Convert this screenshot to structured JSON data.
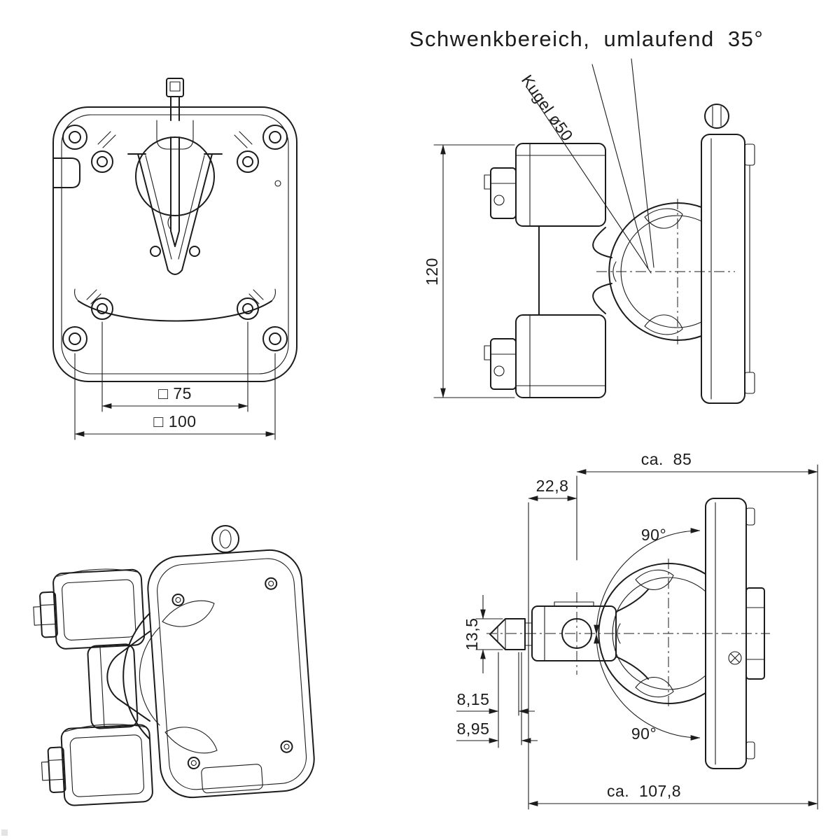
{
  "drawing": {
    "title": "Schwenkbereich, umlaufend 35°",
    "front_view": {
      "dim_vesa_75": "□ 75",
      "dim_vesa_100": "□ 100"
    },
    "side_view": {
      "dim_height": "120",
      "label_ball": "Kugel ø50"
    },
    "detail_view": {
      "dim_depth_ball": "ca.  85",
      "dim_offset": "22,8",
      "angle_up": "90°",
      "dim_lever": "13,5",
      "dim_gap_1": "8,15",
      "dim_gap_2": "8,95",
      "angle_down": "90°",
      "dim_depth_total": "ca.  107,8"
    }
  },
  "colors": {
    "line": "#1c1c1c",
    "background": "#ffffff"
  }
}
